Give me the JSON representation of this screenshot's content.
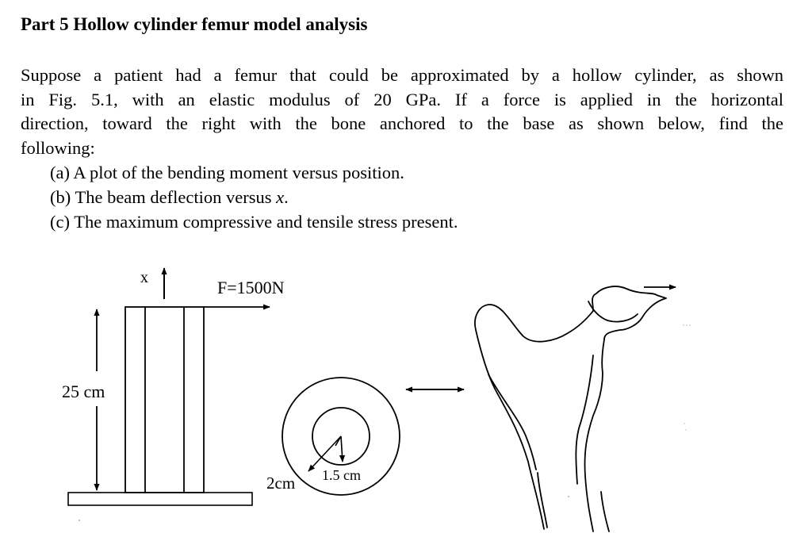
{
  "title": "Part 5 Hollow cylinder femur model analysis",
  "paragraph_lines": [
    "Suppose a patient had a femur that could be approximated by a hollow cylinder, as shown",
    "in Fig. 5.1, with an elastic modulus of 20 GPa.  If a force is applied in the horizontal",
    "direction, toward the right with the bone anchored to the base as shown below, find the",
    "following:"
  ],
  "items": [
    {
      "marker": "(a)",
      "text_before": "A plot of the bending moment versus position.",
      "var": "",
      "text_after": ""
    },
    {
      "marker": "(b)",
      "text_before": "The beam deflection versus ",
      "var": "x",
      "text_after": "."
    },
    {
      "marker": "(c)",
      "text_before": "The maximum compressive and tensile stress present.",
      "var": "",
      "text_after": ""
    }
  ],
  "figure": {
    "axis_label": "x",
    "force_label": "F=1500N",
    "length_label": "25 cm",
    "outer_radius_label": "2cm",
    "inner_radius_label": "1.5 cm"
  }
}
